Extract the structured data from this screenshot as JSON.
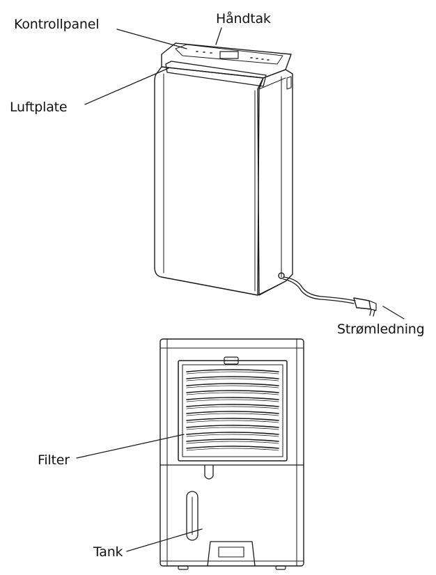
{
  "labels": {
    "control_panel": "Kontrollpanel",
    "handle": "Håndtak",
    "air_plate": "Luftplate",
    "power_cord": "Strømledning",
    "filter": "Filter",
    "tank": "Tank"
  },
  "colors": {
    "line": "#1a1a1a",
    "background": "#ffffff"
  }
}
